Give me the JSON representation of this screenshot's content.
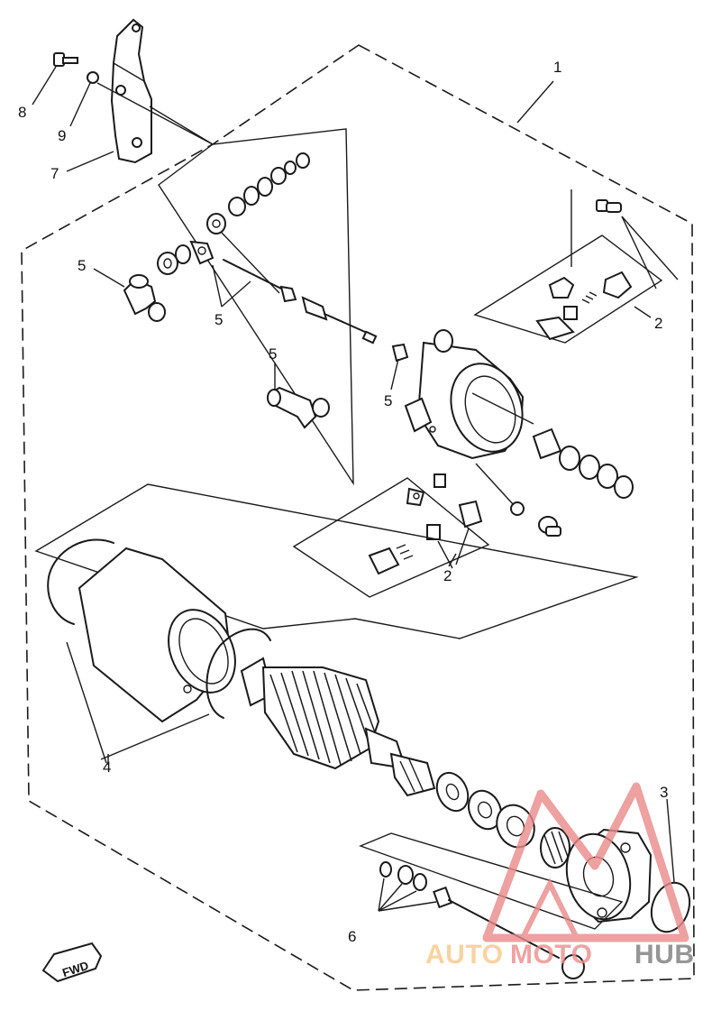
{
  "callouts": {
    "c1": "1",
    "c2a": "2",
    "c2b": "2",
    "c3": "3",
    "c4": "4",
    "c5a": "5",
    "c5b": "5",
    "c5c": "5",
    "c5d": "5",
    "c6": "6",
    "c7": "7",
    "c8": "8",
    "c9": "9"
  },
  "direction_marker": {
    "label": "FWD"
  },
  "watermark": {
    "part1": "AUTO",
    "part2": "MOTO",
    "part3": "HUB",
    "colors": {
      "auto": "#f6c98a",
      "moto": "#ee8b8b",
      "hub": "#7d7d7d",
      "logo": "#e98a8a"
    }
  }
}
